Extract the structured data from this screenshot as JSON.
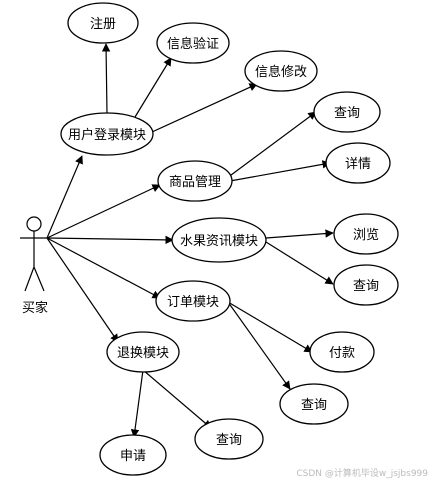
{
  "actor": {
    "label": "买家"
  },
  "use_cases": {
    "user_login": "用户登录模块",
    "register": "注册",
    "info_verify": "信息验证",
    "info_modify": "信息修改",
    "product_mgmt": "商品管理",
    "product_query": "查询",
    "product_detail": "详情",
    "fruit_info": "水果资讯模块",
    "fruit_browse": "浏览",
    "fruit_query": "查询",
    "order": "订单模块",
    "order_pay": "付款",
    "order_query": "查询",
    "return": "退换模块",
    "return_apply": "申请",
    "return_query": "查询"
  },
  "watermark": "CSDN @计算机毕设w_jsjbs999"
}
